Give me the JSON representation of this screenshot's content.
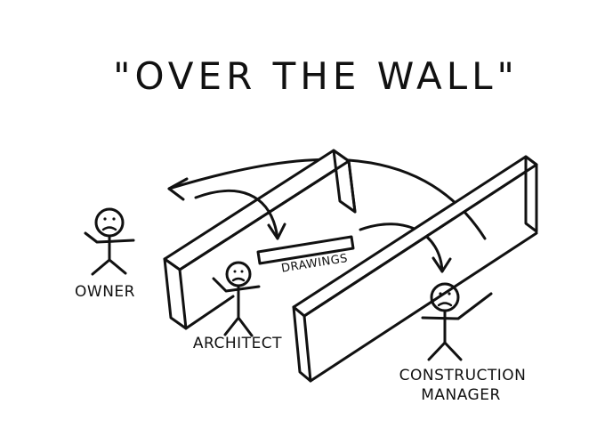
{
  "title": "\"OVER THE WALL\"",
  "labels": {
    "owner": "OWNER",
    "architect": "ARCHITECT",
    "drawings": "DRAWINGS",
    "construction_manager_line1": "CONSTRUCTION",
    "construction_manager_line2": "MANAGER"
  },
  "colors": {
    "ink": "#111111",
    "paper": "#ffffff"
  }
}
